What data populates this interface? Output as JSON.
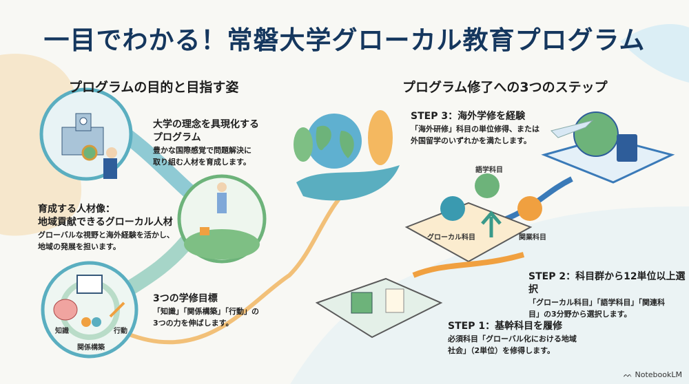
{
  "title": "一目でわかる！常磐大学グローカル教育プログラム",
  "left": {
    "heading": "プログラムの目的と目指す姿",
    "items": [
      {
        "title_line1": "大学の理念を具現化する",
        "title_line2": "プログラム",
        "desc_line1": "豊かな国際感覚で問題解決に",
        "desc_line2": "取り組む人材を育成します。"
      },
      {
        "title_line1": "育成する人材像：",
        "title_line2": "地域貢献できるグローカル人材",
        "desc_line1": "グローバルな視野と海外経験を活かし、",
        "desc_line2": "地域の発展を担います。"
      },
      {
        "title_line1": "3つの学修目標",
        "desc_line1": "「知識」「関係構築」「行動」の",
        "desc_line2": "3つの力を伸ばします。"
      }
    ],
    "goal_labels": {
      "knowledge": "知識",
      "relationship": "関係構築",
      "action": "行動"
    }
  },
  "right": {
    "heading": "プログラム修了への3つのステップ",
    "steps": [
      {
        "title": "STEP 3：海外学修を経験",
        "desc_line1": "「海外研修」科目の単位修得、または",
        "desc_line2": "外国留学のいずれかを満たします。"
      },
      {
        "title": "STEP 2：科目群から12単位以上選択",
        "desc_line1": "「グローカル科目」「語学科目」「関連科",
        "desc_line2": "目」の3分野から選択します。"
      },
      {
        "title": "STEP 1：基幹科目を履修",
        "desc_line1": "必須科目「グローバル化における地域",
        "desc_line2": "社会」（2単位）を修得します。"
      }
    ],
    "subject_labels": {
      "language": "語学科目",
      "glocal": "グローカル科目",
      "related": "関業科目"
    }
  },
  "footer": {
    "brand": "NotebookLM"
  },
  "colors": {
    "title": "#15375e",
    "teal": "#5aaec0",
    "orange": "#f0a040",
    "green": "#6db37a"
  }
}
